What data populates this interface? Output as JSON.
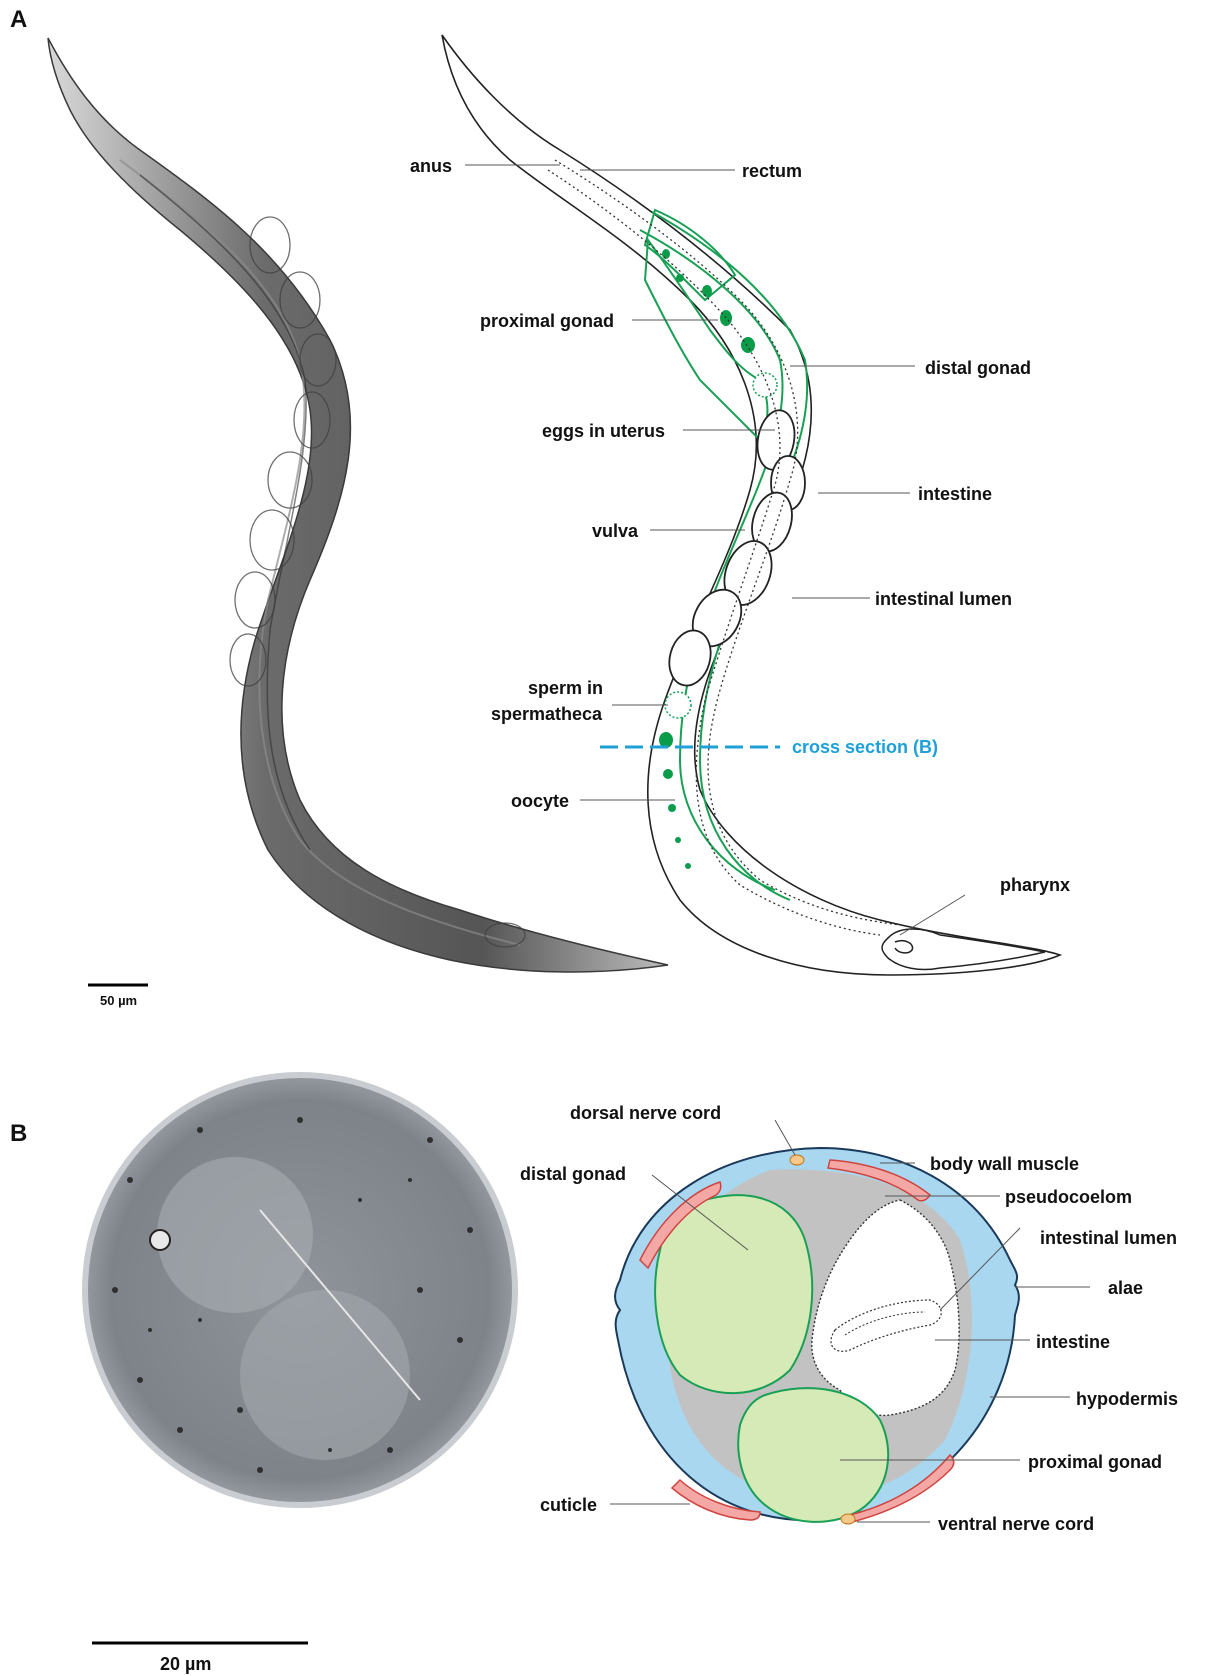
{
  "panels": {
    "a": {
      "letter": "A"
    },
    "b": {
      "letter": "B"
    }
  },
  "panel_a_labels": {
    "anus": "anus",
    "rectum": "rectum",
    "proximal_gonad": "proximal gonad",
    "distal_gonad": "distal gonad",
    "eggs_in_uterus": "eggs in uterus",
    "intestine": "intestine",
    "vulva": "vulva",
    "intestinal_lumen": "intestinal lumen",
    "sperm_line1": "sperm in",
    "sperm_line2": "spermatheca",
    "cross_section": "cross section (B)",
    "oocyte": "oocyte",
    "pharynx": "pharynx"
  },
  "panel_b_labels": {
    "dorsal_nerve_cord": "dorsal nerve cord",
    "body_wall_muscle": "body wall muscle",
    "distal_gonad": "distal gonad",
    "pseudocoelom": "pseudocoelom",
    "intestinal_lumen": "intestinal lumen",
    "alae": "alae",
    "intestine": "intestine",
    "hypodermis": "hypodermis",
    "proximal_gonad": "proximal gonad",
    "cuticle": "cuticle",
    "ventral_nerve_cord": "ventral nerve cord"
  },
  "scale_bars": {
    "a": "50 µm",
    "b": "20 µm"
  },
  "colors": {
    "gonad_green": "#19a055",
    "gonad_fill": "#d6eab8",
    "hypodermis_blue": "#a9d7ef",
    "pseudocoelom_gray": "#c2c2c2",
    "muscle_pink": "#f4a8a6",
    "nerve_orange": "#f6c98a",
    "cross_section_blue": "#1da1d8"
  }
}
